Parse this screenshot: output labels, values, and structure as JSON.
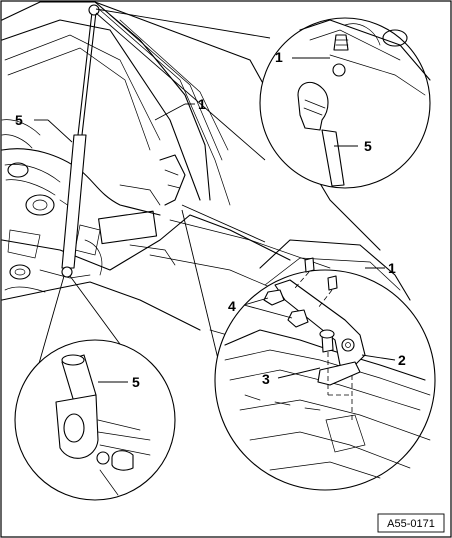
{
  "diagram": {
    "reference_code": "A55-0171",
    "callouts": {
      "top_detail_1": "1",
      "top_detail_5": "5",
      "hood_1": "1",
      "strut_5": "5",
      "hinge_1": "1",
      "hinge_2": "2",
      "hinge_3": "3",
      "hinge_4": "4",
      "bottom_detail_5": "5"
    }
  }
}
